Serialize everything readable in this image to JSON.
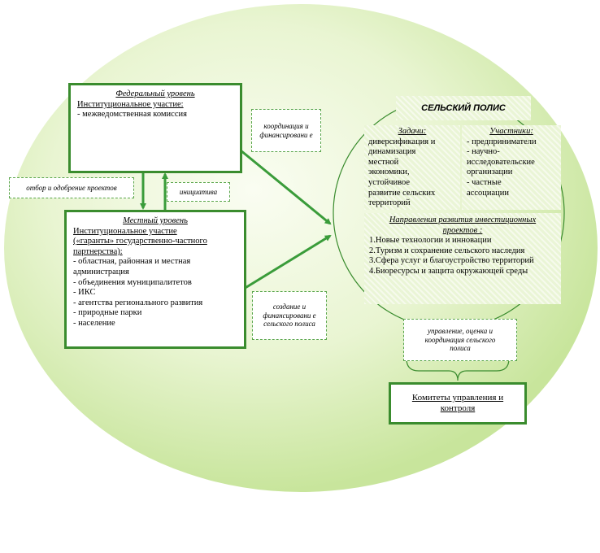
{
  "federal": {
    "title": "Федеральный уровень",
    "subtitle": "Институциональное участие:",
    "items": [
      "- межведомственная комиссия"
    ]
  },
  "local": {
    "title": "Местный уровень",
    "subtitle_lines": [
      "Институциональное участие",
      "(«гаранты» государственно-частного",
      "партнерства):"
    ],
    "items": [
      "- областная, районная и местная",
      "администрация",
      "- объединения муниципалитетов",
      "- ИКС",
      "- агентства регионального развития",
      "- природные парки",
      "- население"
    ]
  },
  "flows": {
    "selection": "отбор и одобрение проектов",
    "initiative": "инициатива",
    "coordination": "координация и финансировани е",
    "creation": "создание и финансировани е сельского полиса",
    "management": "управление, оценка и координация сельского полиса"
  },
  "polis": {
    "title": "СЕЛЬСКИЙ ПОЛИС",
    "tasks_title": "Задачи:",
    "tasks_lines": [
      "диверсификация и",
      "динамизация",
      "местной",
      "экономики,",
      "устойчивое",
      "развитие сельских",
      "территорий"
    ],
    "participants_title": "Участники:",
    "participants_lines": [
      "- предприниматели",
      "- научно-",
      "исследовательские",
      "организации",
      "- частные",
      "ассоциации"
    ],
    "directions_title": "Направления развития инвестиционных проектов :",
    "directions": [
      "1.Новые технологии и инновации",
      "2.Туризм и сохранение сельского наследия",
      "3.Сфера услуг и благоустройство территорий",
      "4.Биоресурсы и защита окружающей среды"
    ]
  },
  "committee": "Комитеты управления и контроля",
  "colors": {
    "border": "#3a8c2e",
    "ellipse_light": "#f6fbe8",
    "ellipse_dark": "#cde8a4",
    "arrow": "#3a9c3a"
  }
}
